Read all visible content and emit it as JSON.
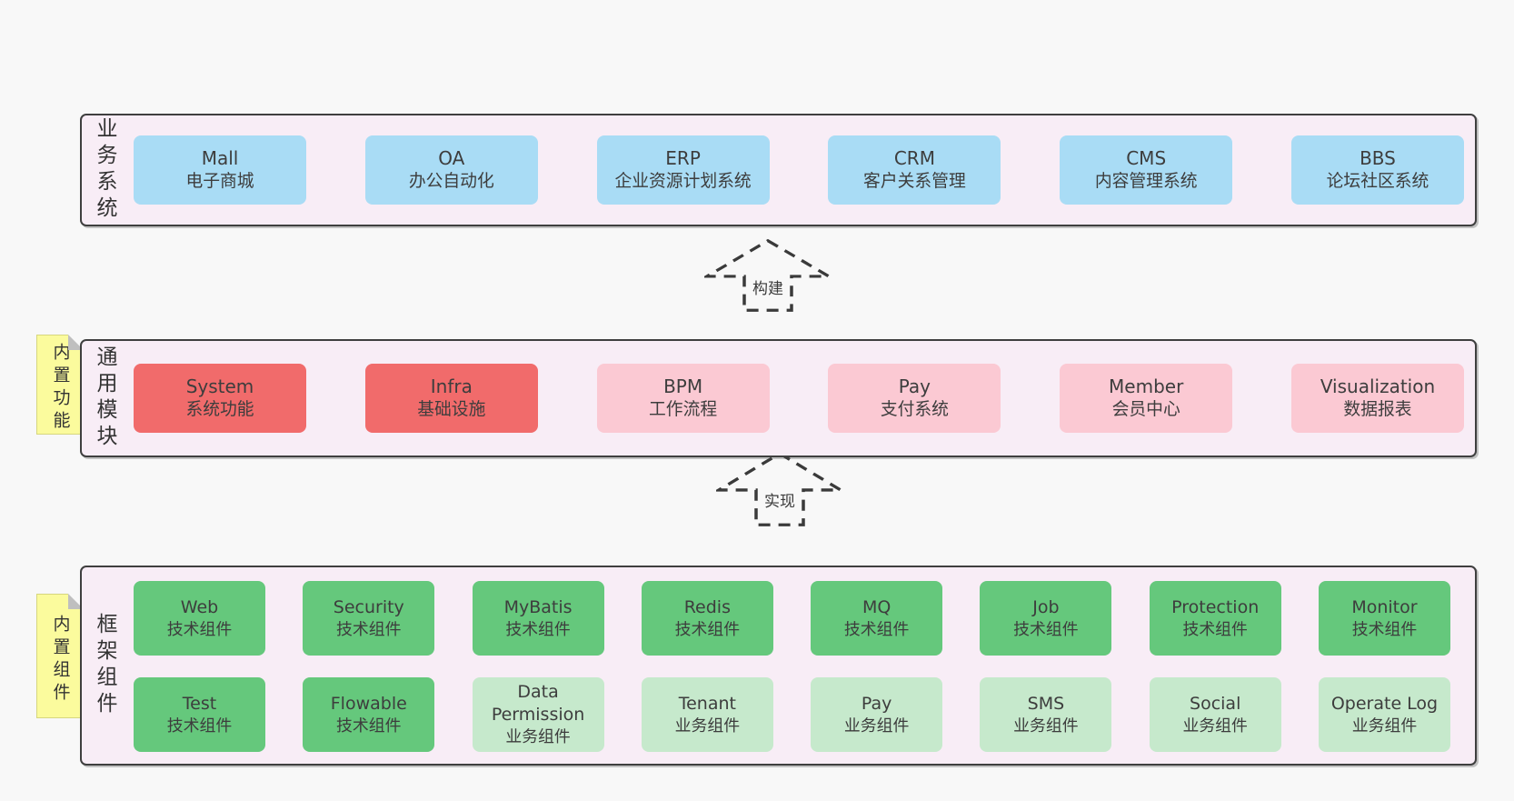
{
  "palette": {
    "page_bg": "#f8f8f8",
    "band_bg": "#f8edf6",
    "band_border": "#3f3f3f",
    "blue_box": "#a9dcf5",
    "red_box": "#f16b6b",
    "pink_box": "#fbc9d3",
    "green_box": "#65c87c",
    "light_green_box": "#c6e9cc",
    "sticky_yellow": "#fbfb9d",
    "text": "#3d3d3d"
  },
  "arrows": [
    {
      "label": "构建"
    },
    {
      "label": "实现"
    }
  ],
  "bands": [
    {
      "label": "业务系统",
      "boxes": [
        {
          "en": "Mall",
          "zh": "电子商城"
        },
        {
          "en": "OA",
          "zh": "办公自动化"
        },
        {
          "en": "ERP",
          "zh": "企业资源计划系统"
        },
        {
          "en": "CRM",
          "zh": "客户关系管理"
        },
        {
          "en": "CMS",
          "zh": "内容管理系统"
        },
        {
          "en": "BBS",
          "zh": "论坛社区系统"
        }
      ]
    },
    {
      "label": "通用模块",
      "sticky": "内置功能",
      "boxes": [
        {
          "en": "System",
          "zh": "系统功能",
          "type": "red"
        },
        {
          "en": "Infra",
          "zh": "基础设施",
          "type": "red"
        },
        {
          "en": "BPM",
          "zh": "工作流程",
          "type": "pink"
        },
        {
          "en": "Pay",
          "zh": "支付系统",
          "type": "pink"
        },
        {
          "en": "Member",
          "zh": "会员中心",
          "type": "pink"
        },
        {
          "en": "Visualization",
          "zh": "数据报表",
          "type": "pink"
        }
      ]
    },
    {
      "label": "框架组件",
      "sticky": "内置组件",
      "row1": [
        {
          "en": "Web",
          "zh": "技术组件",
          "type": "green"
        },
        {
          "en": "Security",
          "zh": "技术组件",
          "type": "green"
        },
        {
          "en": "MyBatis",
          "zh": "技术组件",
          "type": "green"
        },
        {
          "en": "Redis",
          "zh": "技术组件",
          "type": "green"
        },
        {
          "en": "MQ",
          "zh": "技术组件",
          "type": "green"
        },
        {
          "en": "Job",
          "zh": "技术组件",
          "type": "green"
        },
        {
          "en": "Protection",
          "zh": "技术组件",
          "type": "green"
        },
        {
          "en": "Monitor",
          "zh": "技术组件",
          "type": "green"
        }
      ],
      "row2": [
        {
          "en": "Test",
          "zh": "技术组件",
          "type": "green"
        },
        {
          "en": "Flowable",
          "zh": "技术组件",
          "type": "green"
        },
        {
          "en": "Data Permission",
          "zh": "业务组件",
          "type": "light-green"
        },
        {
          "en": "Tenant",
          "zh": "业务组件",
          "type": "light-green"
        },
        {
          "en": "Pay",
          "zh": "业务组件",
          "type": "light-green"
        },
        {
          "en": "SMS",
          "zh": "业务组件",
          "type": "light-green"
        },
        {
          "en": "Social",
          "zh": "业务组件",
          "type": "light-green"
        },
        {
          "en": "Operate Log",
          "zh": "业务组件",
          "type": "light-green"
        }
      ]
    }
  ]
}
